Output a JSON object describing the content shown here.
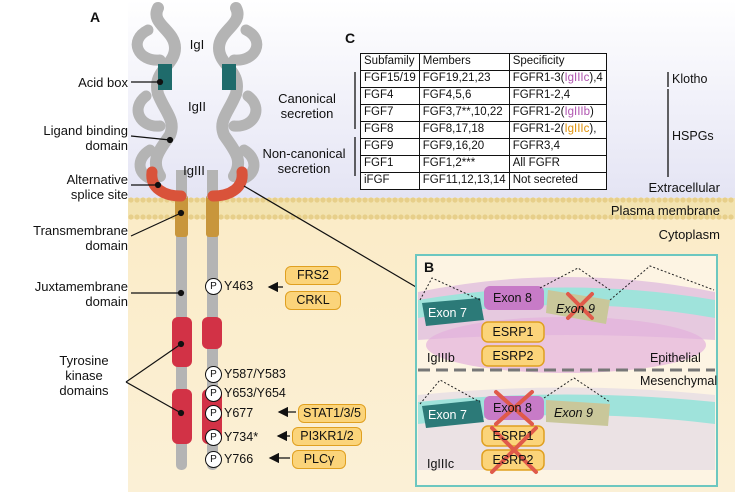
{
  "panels": {
    "a": "A",
    "b": "B",
    "c": "C"
  },
  "domains": {
    "ig1": "IgI",
    "ig2": "IgII",
    "ig3": "IgIII",
    "acid_box": "Acid box",
    "ligand_binding": [
      "Ligand binding",
      "domain"
    ],
    "alt_splice": [
      "Alternative",
      "splice site"
    ],
    "transmembrane": [
      "Transmembrane",
      "domain"
    ],
    "juxtamembrane": [
      "Juxtamembrane",
      "domain"
    ],
    "tyrosine_kinase": [
      "Tyrosine",
      "kinase",
      "domains"
    ]
  },
  "membrane": {
    "extracellular": "Extracellular",
    "plasma_membrane": "Plasma membrane",
    "cytoplasm": "Cytoplasm"
  },
  "phospho_symbol": "P",
  "sites": [
    "Y463",
    "Y587/Y583",
    "Y653/Y654",
    "Y677",
    "Y734*",
    "Y766"
  ],
  "adaptors": {
    "frs2": "FRS2",
    "crkl": "CRKL",
    "stat": "STAT1/3/5",
    "pi3k": "PI3KR1/2",
    "plc": "PLCγ"
  },
  "secretion": {
    "canonical": [
      "Canonical",
      "secretion"
    ],
    "noncanonical": [
      "Non-canonical",
      "secretion"
    ]
  },
  "table": {
    "headers": [
      "Subfamily",
      "Members",
      "Specificity"
    ],
    "rows": [
      {
        "subfamily": "FGF15/19",
        "members": "FGF19,21,23",
        "spec_pre": "FGFR1-3(",
        "spec_hl": "IgIIIc",
        "spec_post": "),4"
      },
      {
        "subfamily": "FGF4",
        "members": "FGF4,5,6",
        "spec_pre": "FGFR1-2,4",
        "spec_hl": "",
        "spec_post": ""
      },
      {
        "subfamily": "FGF7",
        "members": "FGF3,7**,10,22",
        "spec_pre": "FGFR1-2(",
        "spec_hl": "IgIIIb",
        "spec_post": ")"
      },
      {
        "subfamily": "FGF8",
        "members": "FGF8,17,18",
        "spec_pre": "FGFR1-2(",
        "spec_hl": "IgIIIc",
        "spec_post": "),"
      },
      {
        "subfamily": "FGF9",
        "members": "FGF9,16,20",
        "spec_pre": "FGFR3,4",
        "spec_hl": "",
        "spec_post": ""
      },
      {
        "subfamily": "FGF1",
        "members": "FGF1,2***",
        "spec_pre": "All FGFR",
        "spec_hl": "",
        "spec_post": ""
      },
      {
        "subfamily": "iFGF",
        "members": "FGF11,12,13,14",
        "spec_pre": "Not secreted",
        "spec_hl": "",
        "spec_post": ""
      }
    ],
    "cofactors": {
      "klotho": "Klotho",
      "hspgs": "HSPGs"
    }
  },
  "panel_b": {
    "exon7": "Exon 7",
    "exon8": "Exon 8",
    "exon9": "Exon 9",
    "esrp1": "ESRP1",
    "esrp2": "ESRP2",
    "iso_top": "IgIIIb",
    "iso_bottom": "IgIIIc",
    "epithelial": "Epithelial",
    "mesenchymal": "Mesenchymal"
  },
  "colors": {
    "ig_gray": "#b4b4b4",
    "acid_teal": "#1f6b6b",
    "splice_orange": "#d9533a",
    "tm_gold": "#c8963c",
    "kinase_red": "#d23246",
    "pill_fill": "#fbd47a",
    "exon7": "#2c7a78",
    "exon8": "#c77bc7",
    "exon9": "#c9c79a",
    "x_red": "#e05a4a"
  }
}
